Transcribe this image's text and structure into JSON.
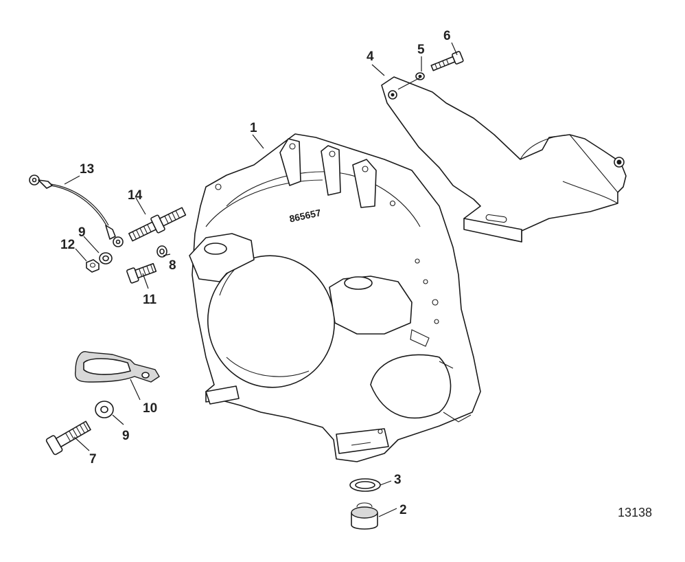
{
  "figure_number": "13138",
  "housing_marking": "865657",
  "callouts": {
    "housing": "1",
    "cap": "2",
    "ring": "3",
    "shield": "4",
    "shield_washer": "5",
    "shield_bolt": "6",
    "clamp_bolt": "7",
    "lock_washer": "8",
    "washer_a": "9",
    "washer_b": "9",
    "clamp": "10",
    "bolt": "11",
    "nut": "12",
    "ground_strap": "13",
    "stud": "14"
  }
}
